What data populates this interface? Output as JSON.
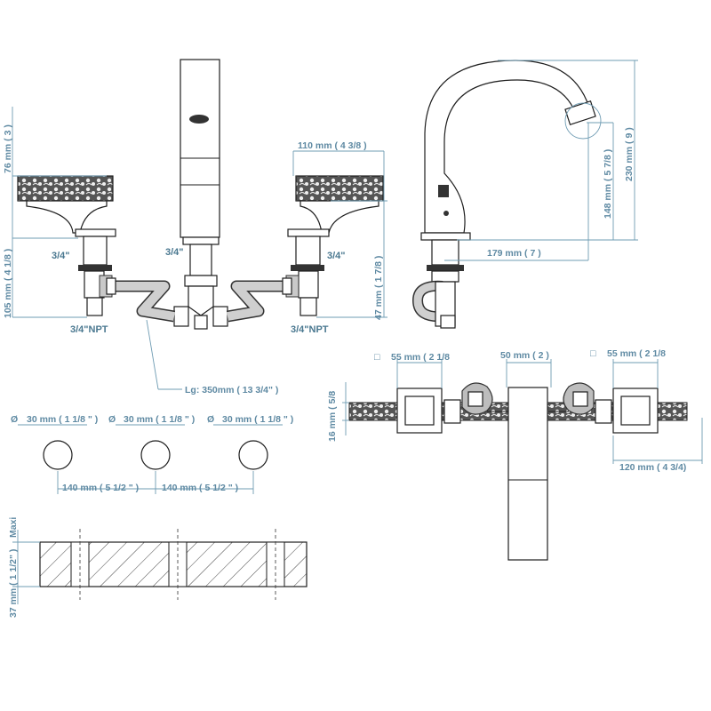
{
  "dimensions": {
    "handle_height": "76 mm ( 3 )",
    "handle_width": "110 mm ( 4 3/8 )",
    "body_height_left": "105 mm ( 4 1/8 )",
    "body_height_right": "47 mm ( 1 7/8 )",
    "spout_reach": "179 mm ( 7 )",
    "spout_height_low": "148 mm ( 5 7/8 )",
    "spout_height_high": "230 mm ( 9 )",
    "hose_length": "Lg: 350mm  ( 13 3/4\" )",
    "rosette_left": "55 mm ( 2 1/8",
    "rosette_center": "50 mm ( 2 )",
    "rosette_right": "55 mm ( 2 1/8",
    "plan_thickness": "16 mm ( 5/8",
    "plan_half_span": "120 mm ( 4 3/4)",
    "hole_dia_1": "30 mm ( 1 1/8 \" )",
    "hole_dia_2": "30 mm ( 1 1/8 \" )",
    "hole_dia_3": "30 mm ( 1 1/8 \" )",
    "hole_spacing_1": "140 mm ( 5 1/2 \" )",
    "hole_spacing_2": "140 mm ( 5 1/2 \" )",
    "deck_thickness": "37 mm ( 1 1/2\" )",
    "deck_max": "Maxi"
  },
  "labels": {
    "thread_left": "3/4\"",
    "thread_center": "3/4\"",
    "thread_right": "3/4\"",
    "npt_left": "3/4\"NPT",
    "npt_right": "3/4\"NPT"
  },
  "symbols": {
    "diameter": "Ø",
    "square": "□"
  }
}
